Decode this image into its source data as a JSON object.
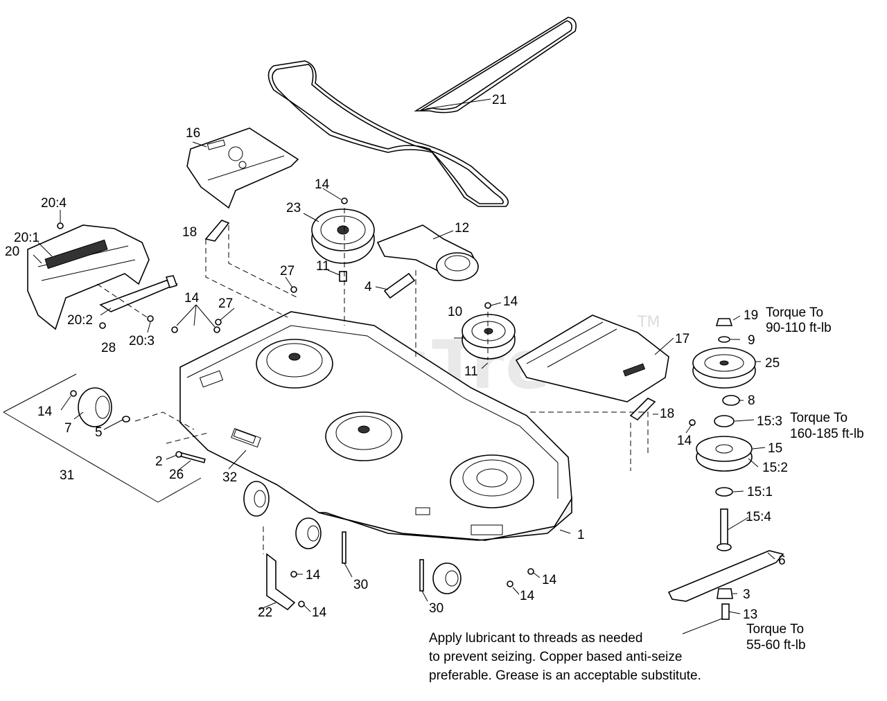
{
  "watermark": {
    "text": "PartsTree",
    "trademark": "TM"
  },
  "callouts": {
    "c1": "1",
    "c2": "2",
    "c3": "3",
    "c4": "4",
    "c5": "5",
    "c6": "6",
    "c7": "7",
    "c8": "8",
    "c9": "9",
    "c10": "10",
    "c11a": "11",
    "c11b": "11",
    "c12": "12",
    "c13": "13",
    "c14a": "14",
    "c14b": "14",
    "c14c": "14",
    "c14d": "14",
    "c14e": "14",
    "c14f": "14",
    "c14g": "14",
    "c14h": "14",
    "c14i": "14",
    "c15": "15",
    "c15_1": "15:1",
    "c15_2": "15:2",
    "c15_3": "15:3",
    "c15_4": "15:4",
    "c16": "16",
    "c17": "17",
    "c18a": "18",
    "c18b": "18",
    "c19": "19",
    "c20": "20",
    "c20_1": "20:1",
    "c20_2": "20:2",
    "c20_3": "20:3",
    "c20_4": "20:4",
    "c21": "21",
    "c22": "22",
    "c23": "23",
    "c25": "25",
    "c26": "26",
    "c27a": "27",
    "c27b": "27",
    "c28": "28",
    "c30a": "30",
    "c30b": "30",
    "c31": "31",
    "c32": "32"
  },
  "torque": {
    "t19_line1": "Torque To",
    "t19_line2": "90-110 ft-lb",
    "t15_line1": "Torque To",
    "t15_line2": "160-185 ft-lb",
    "t13_line1": "Torque To",
    "t13_line2": "55-60 ft-lb"
  },
  "note": {
    "line1": "Apply lubricant to threads as needed",
    "line2": "to prevent seizing. Copper based anti-seize",
    "line3": "preferable. Grease is an acceptable substitute."
  }
}
